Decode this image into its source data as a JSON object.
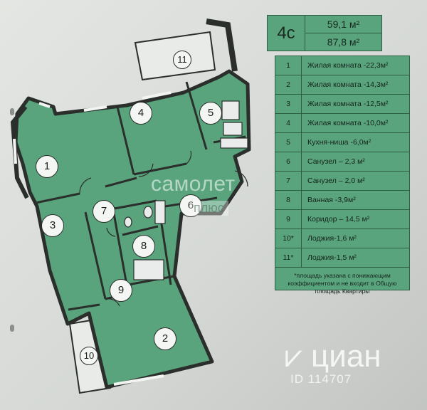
{
  "header": {
    "code": "4с",
    "area_living": "59,1 м²",
    "area_total": "87,8 м²"
  },
  "legend": [
    {
      "n": "1",
      "text": "Жилая комната -22,3м²"
    },
    {
      "n": "2",
      "text": "Жилая комната -14,3м²"
    },
    {
      "n": "3",
      "text": "Жилая комната -12,5м²"
    },
    {
      "n": "4",
      "text": "Жилая комната -10,0м²"
    },
    {
      "n": "5",
      "text": "Кухня-ниша -6,0м²"
    },
    {
      "n": "6",
      "text": "Санузел – 2,3 м²"
    },
    {
      "n": "7",
      "text": "Санузел – 2,0 м²"
    },
    {
      "n": "8",
      "text": "Ванная -3,9м²"
    },
    {
      "n": "9",
      "text": "Коридор – 14,5 м²"
    },
    {
      "n": "10*",
      "text": "Лоджия-1,6 м²"
    },
    {
      "n": "11*",
      "text": "Лоджия-1,5 м²"
    }
  ],
  "note": "*площадь указана с понижающим коэффициентом и не входит в Общую площадь Квартиры",
  "rooms": [
    "1",
    "2",
    "3",
    "4",
    "5",
    "6",
    "7",
    "8",
    "9",
    "10",
    "11"
  ],
  "watermark": {
    "brand": "самолет",
    "sub": "плюс",
    "cian": "⩗ циан",
    "cian_id": "ID 114707"
  },
  "colors": {
    "room_fill": "#5aa47d",
    "wall": "#2b2f2c",
    "paper": "#dcdfdc"
  }
}
